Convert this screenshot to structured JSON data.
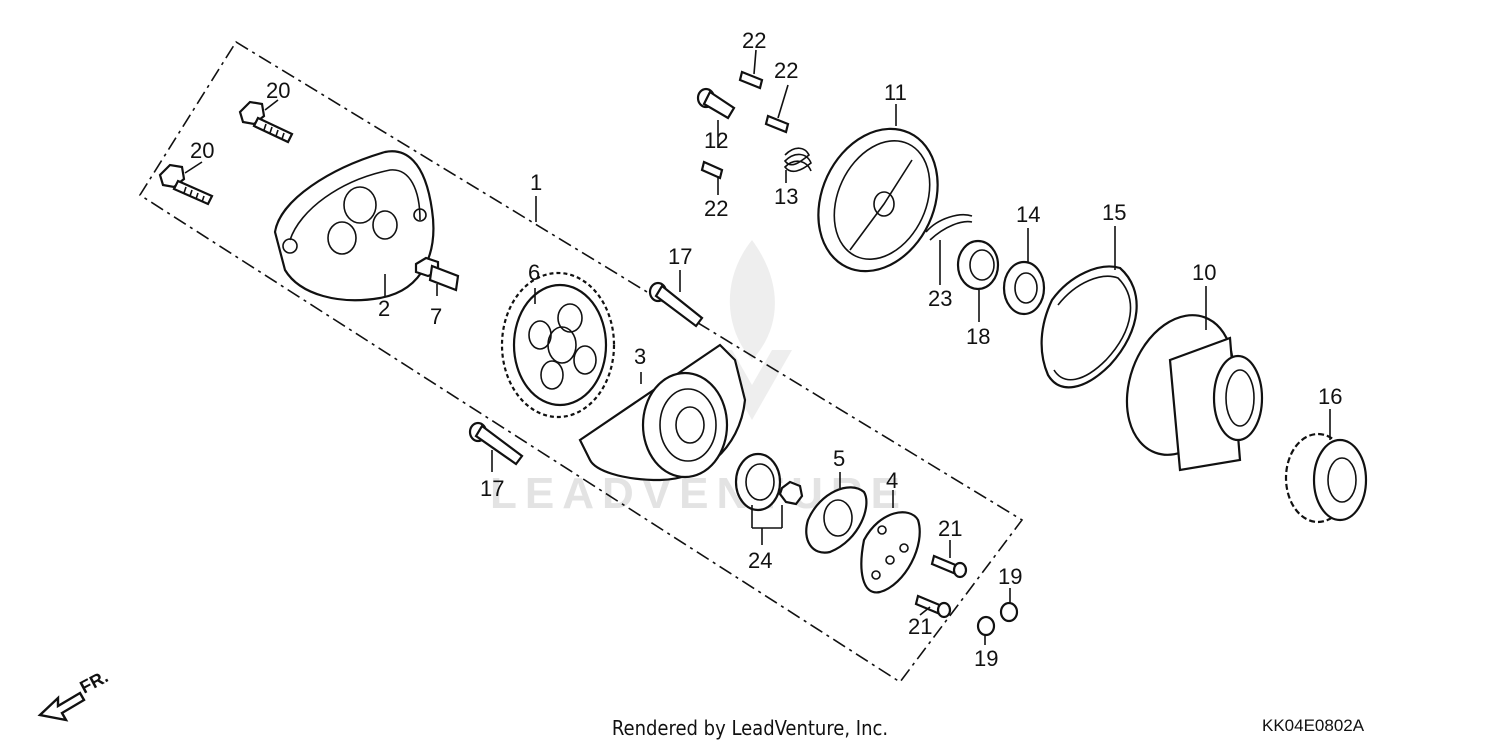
{
  "diagram": {
    "labels": {
      "p1": "1",
      "p2": "2",
      "p3": "3",
      "p4": "4",
      "p5": "5",
      "p6": "6",
      "p7": "7",
      "p10": "10",
      "p11": "11",
      "p12": "12",
      "p13": "13",
      "p14": "14",
      "p15": "15",
      "p16": "16",
      "p17a": "17",
      "p17b": "17",
      "p18": "18",
      "p19a": "19",
      "p19b": "19",
      "p20a": "20",
      "p20b": "20",
      "p21a": "21",
      "p21b": "21",
      "p22a": "22",
      "p22b": "22",
      "p22c": "22",
      "p23": "23",
      "p24": "24"
    },
    "front_marker": "FR.",
    "watermark": "LEADVENTURE"
  },
  "footer": {
    "credit": "Rendered by LeadVenture, Inc.",
    "code": "KK04E0802A"
  }
}
